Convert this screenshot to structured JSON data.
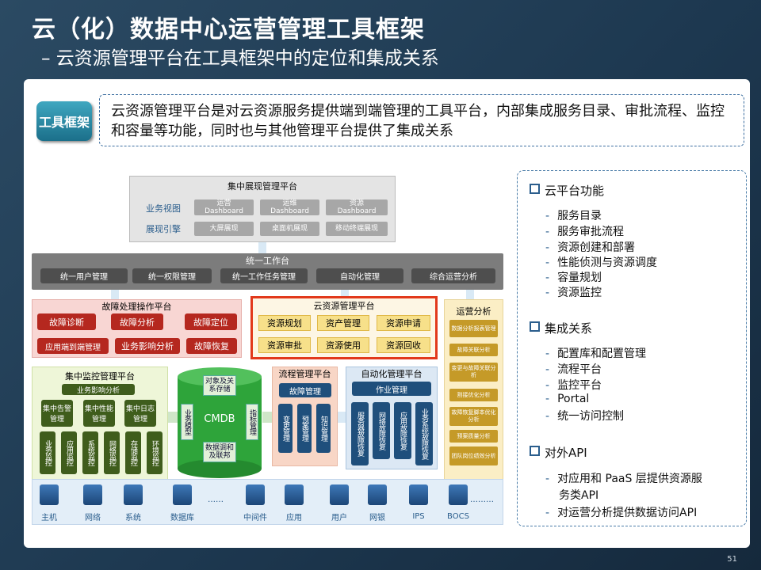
{
  "title": "云（化）数据中心运营管理工具框架",
  "subtitle": "– 云资源管理平台在工具框架中的定位和集成关系",
  "page_number": "51",
  "tag": "工具框架",
  "intro": "云资源管理平台是对云资源服务提供端到端管理的工具平台，内部集成服务目录、审批流程、监控和容量等功能，同时也与其他管理平台提供了集成关系",
  "diagram": {
    "central_display": {
      "title": "集中展现管理平台",
      "row1_label": "业务视图",
      "row1": [
        "运营\nDashboard",
        "运维\nDashboard",
        "资源\nDashboard"
      ],
      "row2_label": "展现引擎",
      "row2": [
        "大屏展现",
        "桌面机展现",
        "移动终端展现"
      ]
    },
    "workbench": {
      "title": "统一工作台",
      "items": [
        "统一用户管理",
        "统一权限管理",
        "统一工作任务管理",
        "自动化管理",
        "综合运营分析"
      ]
    },
    "fault_platform": {
      "title": "故障处理操作平台",
      "items": [
        "故障诊断",
        "故障分析",
        "故障定位",
        "应用端到端管理",
        "业务影响分析",
        "故障恢复"
      ]
    },
    "cloud_platform": {
      "title": "云资源管理平台",
      "items": [
        "资源规划",
        "资产管理",
        "资源申请",
        "资源审批",
        "资源使用",
        "资源回收"
      ]
    },
    "ops_analysis": {
      "title": "运营分析",
      "items": [
        "数据分析报表管理",
        "故障关联分析",
        "变更与故障关联分析",
        "割接优化分析",
        "故障恢复脚本优化分析",
        "预案质量分析",
        "团队岗位绩效分析"
      ]
    },
    "monitor_platform": {
      "title": "集中监控管理平台",
      "sub": "业务影响分析",
      "mgr": [
        "集中告警管理",
        "集中性能管理",
        "集中日志管理"
      ],
      "monitors": [
        "业务监控",
        "应用监控",
        "系统监控",
        "网络监控",
        "存储监控",
        "环境监控"
      ]
    },
    "cmdb": {
      "top": "对象及关系存储",
      "center": "CMDB",
      "bottom": "数据调和及联邦",
      "left": "业务模型",
      "right": "指标管理"
    },
    "process_platform": {
      "title": "流程管理平台",
      "sub": "故障管理",
      "items": [
        "变更管理",
        "预案管理",
        "知识管理"
      ]
    },
    "automation_platform": {
      "title": "自动化管理平台",
      "sub": "作业管理",
      "items": [
        "服务器故障恢复",
        "网络故障恢复",
        "应用故障恢复",
        "业务系统故障恢复"
      ]
    },
    "resources": [
      "主机",
      "网络",
      "系统",
      "数据库",
      "……",
      "中间件",
      "应用",
      "用户",
      "网银",
      "IPS",
      "BOCS",
      "………"
    ]
  },
  "side": {
    "sections": [
      {
        "title": "云平台功能",
        "items": [
          "服务目录",
          "服务审批流程",
          "资源创建和部署",
          "性能侦测与资源调度",
          "容量规划",
          "资源监控"
        ]
      },
      {
        "title": "集成关系",
        "items": [
          "配置库和配置管理",
          "流程平台",
          "监控平台",
          "Portal",
          "统一访问控制"
        ]
      },
      {
        "title": "对外API",
        "items": [
          "对应用和 PaaS 层提供资源服",
          "务类API",
          "对运营分析提供数据访问API"
        ]
      }
    ]
  },
  "colors": {
    "panel_bg": "#ffffff",
    "fault_bg": "#f8d6d3",
    "cloud_border": "#e2391b",
    "monitor_bg": "#eef6d8",
    "ops_bg": "#fbeec5",
    "cmdb_green": "#2ea43a",
    "res_bg": "#e3eef8"
  }
}
